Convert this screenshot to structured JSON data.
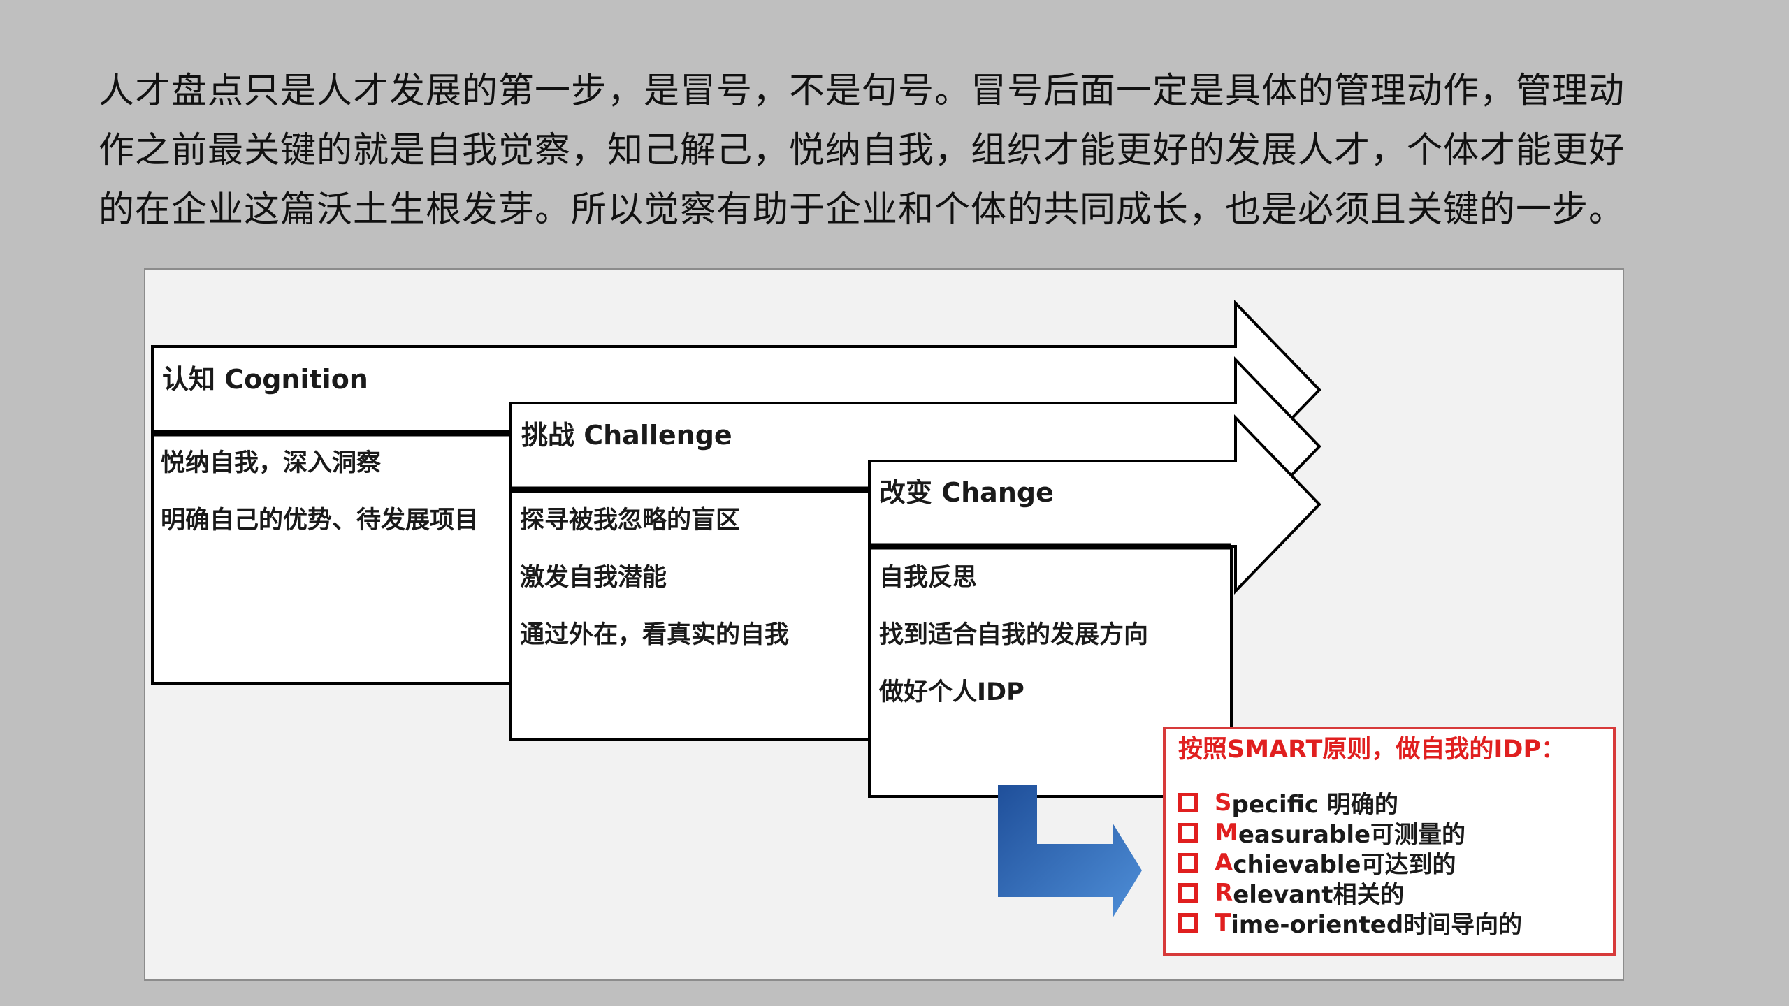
{
  "intro": {
    "lines": [
      "人才盘点只是人才发展的第一步，是冒号，不是句号。冒号后面一定是具体的管理动作，管理动",
      "作之前最关键的就是自我觉察，知己解己，悦纳自我，组织才能更好的发展人才，个体才能更好",
      "的在企业这篇沃土生根发芽。所以觉察有助于企业和个体的共同成长，也是必须且关键的一步。"
    ]
  },
  "stages": [
    {
      "title": "认知 Cognition",
      "items": [
        "悦纳自我，深入洞察",
        "明确自己的优势、待发展项目"
      ]
    },
    {
      "title": "挑战 Challenge",
      "items": [
        "探寻被我忽略的盲区",
        "激发自我潜能",
        "通过外在，看真实的自我"
      ]
    },
    {
      "title": "改变 Change",
      "items": [
        "自我反思",
        "找到适合自我的发展方向",
        "做好个人IDP"
      ]
    }
  ],
  "smart": {
    "title": "按照SMART原则，做自我的IDP：",
    "items": [
      {
        "letter": "S",
        "rest": "pecific 明确的"
      },
      {
        "letter": "M",
        "rest": "easurable可测量的"
      },
      {
        "letter": "A",
        "rest": "chievable可达到的"
      },
      {
        "letter": "R",
        "rest": "elevant相关的"
      },
      {
        "letter": "T",
        "rest": "ime-oriented时间导向的"
      }
    ]
  },
  "colors": {
    "background": "#bfbfbf",
    "panel": "#f2f2f2",
    "accent_red": "#e01f1f",
    "arrow_blue": "#2e64b0"
  }
}
